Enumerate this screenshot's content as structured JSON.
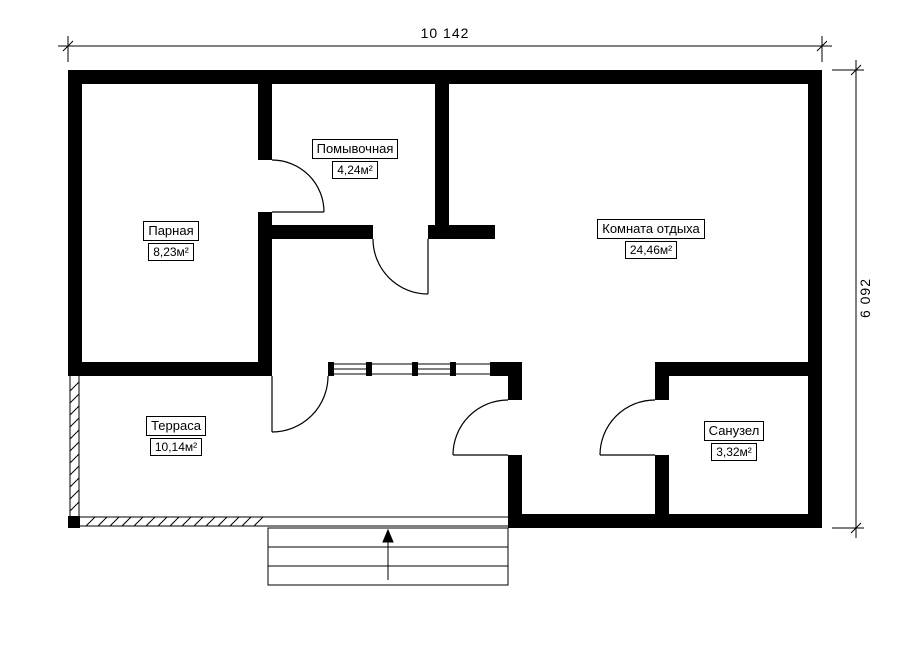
{
  "plan": {
    "dim_width": "10 142",
    "dim_height": "6 092",
    "rooms": {
      "parnaya": {
        "name": "Парная",
        "area": "8,23м²"
      },
      "pomyvochnaya": {
        "name": "Помывочная",
        "area": "4,24м²"
      },
      "komnata": {
        "name": "Комната отдыха",
        "area": "24,46м²"
      },
      "terrasa": {
        "name": "Терраса",
        "area": "10,14м²"
      },
      "sanuzel": {
        "name": "Санузел",
        "area": "3,32м²"
      }
    }
  }
}
